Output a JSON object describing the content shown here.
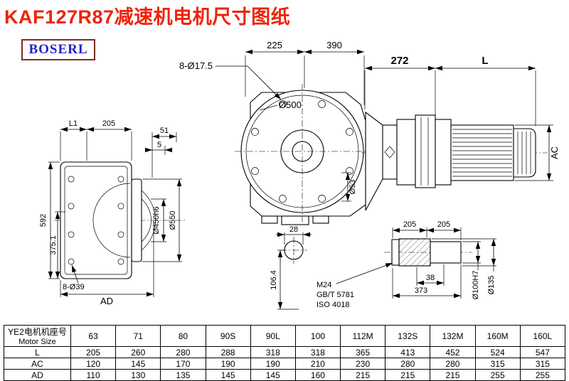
{
  "page": {
    "title": "KAF127R87减速机电机尺寸图纸",
    "brand": "BOSERL"
  },
  "colors": {
    "title_red": "#ed2308",
    "brand_blue": "#2222cc",
    "brand_border": "#7b2c20",
    "line_black": "#000000"
  },
  "drawing": {
    "labels": {
      "bolt_pattern_front": "8-Ø17.5",
      "dim_225": "225",
      "dim_390": "390",
      "dim_272": "272",
      "dim_L": "L",
      "d500": "Ø500",
      "d53": "Ø53",
      "dim_28": "28",
      "dim_106_4": "106.4",
      "dim_AC": "AC",
      "dim_L1": "L1",
      "dim_205": "205",
      "dim_51": "51",
      "dim_5": "5",
      "dim_592": "592",
      "dim_375_1": "375.1",
      "bolt_pattern_side": "8-Ø39",
      "dim_AD": "AD",
      "d450h6": "Ø450h6",
      "d550": "Ø550",
      "shaft_205_a": "205",
      "shaft_205_b": "205",
      "m24": "M24",
      "gbt5781": "GB/T 5781",
      "iso4018": "ISO 4018",
      "dim_38": "38",
      "dim_373": "373",
      "d100H7": "Ø100H7",
      "d135": "Ø135"
    }
  },
  "table": {
    "col_header_cn": "YE2电机机座号",
    "col_header_en": "Motor Size",
    "sizes": [
      "63",
      "71",
      "80",
      "90S",
      "90L",
      "100",
      "112M",
      "132S",
      "132M",
      "160M",
      "160L"
    ],
    "rows": [
      {
        "label": "L",
        "values": [
          "205",
          "260",
          "280",
          "288",
          "318",
          "318",
          "365",
          "413",
          "452",
          "524",
          "547"
        ]
      },
      {
        "label": "AC",
        "values": [
          "120",
          "145",
          "170",
          "190",
          "190",
          "210",
          "230",
          "280",
          "280",
          "315",
          "315"
        ]
      },
      {
        "label": "AD",
        "values": [
          "110",
          "130",
          "135",
          "145",
          "145",
          "160",
          "215",
          "215",
          "215",
          "255",
          "255"
        ]
      }
    ]
  }
}
